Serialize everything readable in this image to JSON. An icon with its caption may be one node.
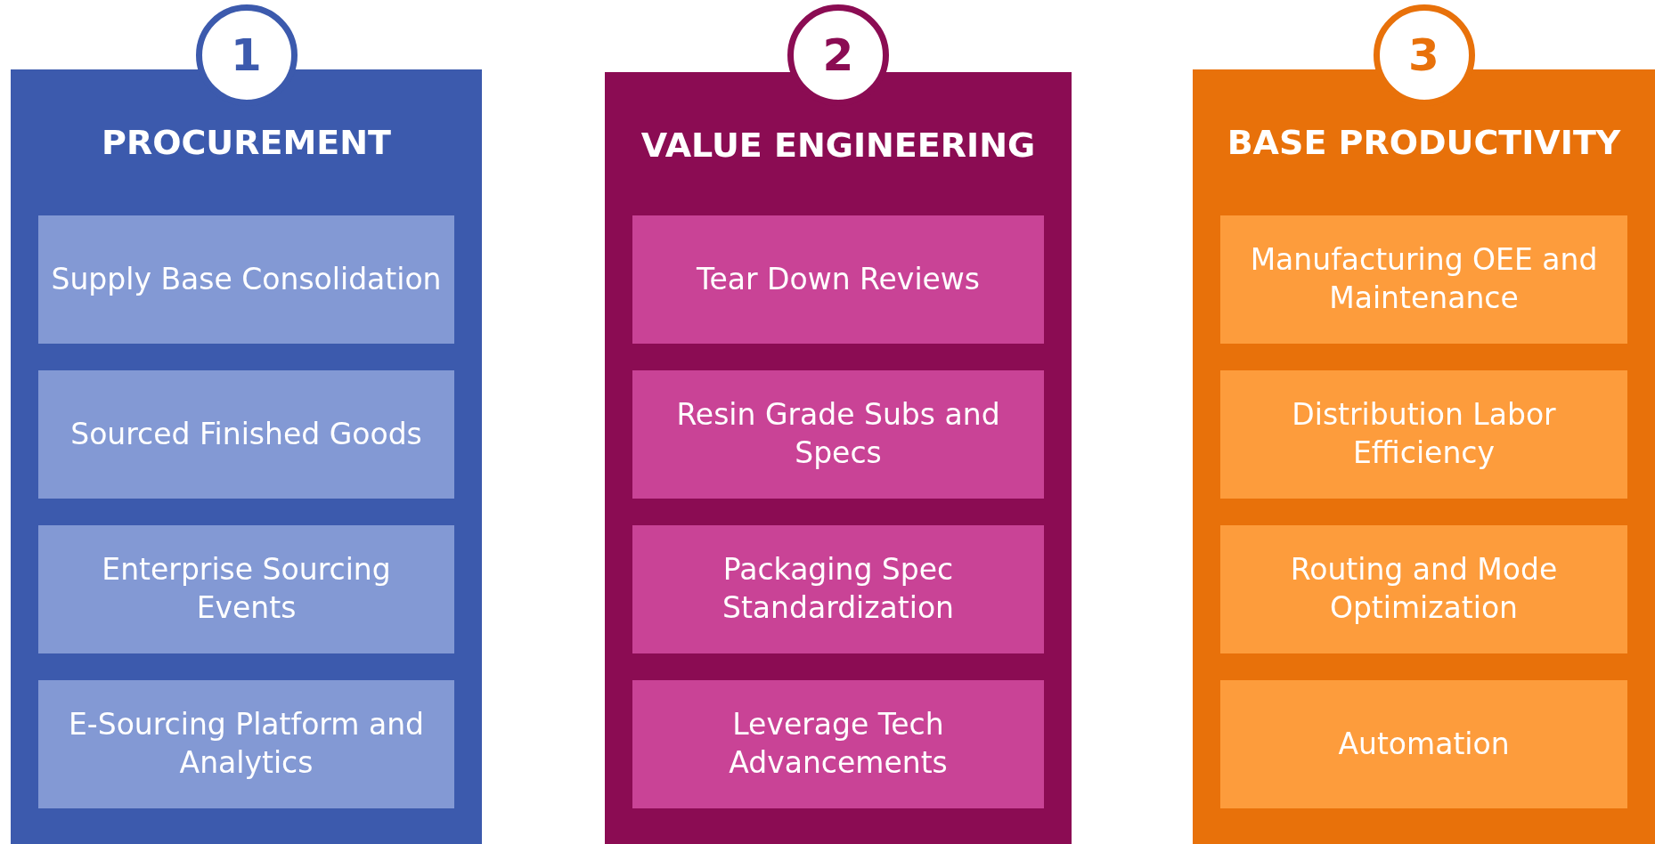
{
  "diagram": {
    "nodes": [
      {
        "text": [
          "1"
        ]
      },
      {
        "text": [
          "PROCUREMENT"
        ]
      },
      {
        "text": [
          "Supply Base Consolidation"
        ],
        "in": 1
      },
      {
        "text": [
          "Sourced Finished Goods"
        ],
        "in": 1
      },
      {
        "text": [
          "Enterprise Sourcing Events"
        ],
        "in": 1
      },
      {
        "text": [
          "E-Sourcing Platform and Analytics"
        ],
        "in": 1
      },
      {
        "text": [
          "2"
        ]
      },
      {
        "text": [
          "VALUE ENGINEERING"
        ]
      },
      {
        "text": [
          "Tear Down Reviews"
        ],
        "in": 7
      },
      {
        "text": [
          "Resin Grade Subs and Specs"
        ],
        "in": 7
      },
      {
        "text": [
          "Packaging Spec Standardization"
        ],
        "in": 7
      },
      {
        "text": [
          "Leverage Tech Advancements"
        ],
        "in": 7
      },
      {
        "text": [
          "3"
        ]
      },
      {
        "text": [
          "BASE PRODUCTIVITY"
        ]
      },
      {
        "text": [
          "Manufacturing OEE and Maintenance"
        ],
        "in": 13
      },
      {
        "text": [
          "Distribution Labor Efficiency"
        ],
        "in": 13
      },
      {
        "text": [
          "Routing and Mode Optimization"
        ],
        "in": 13
      },
      {
        "text": [
          "Automation"
        ],
        "in": 13
      }
    ]
  }
}
